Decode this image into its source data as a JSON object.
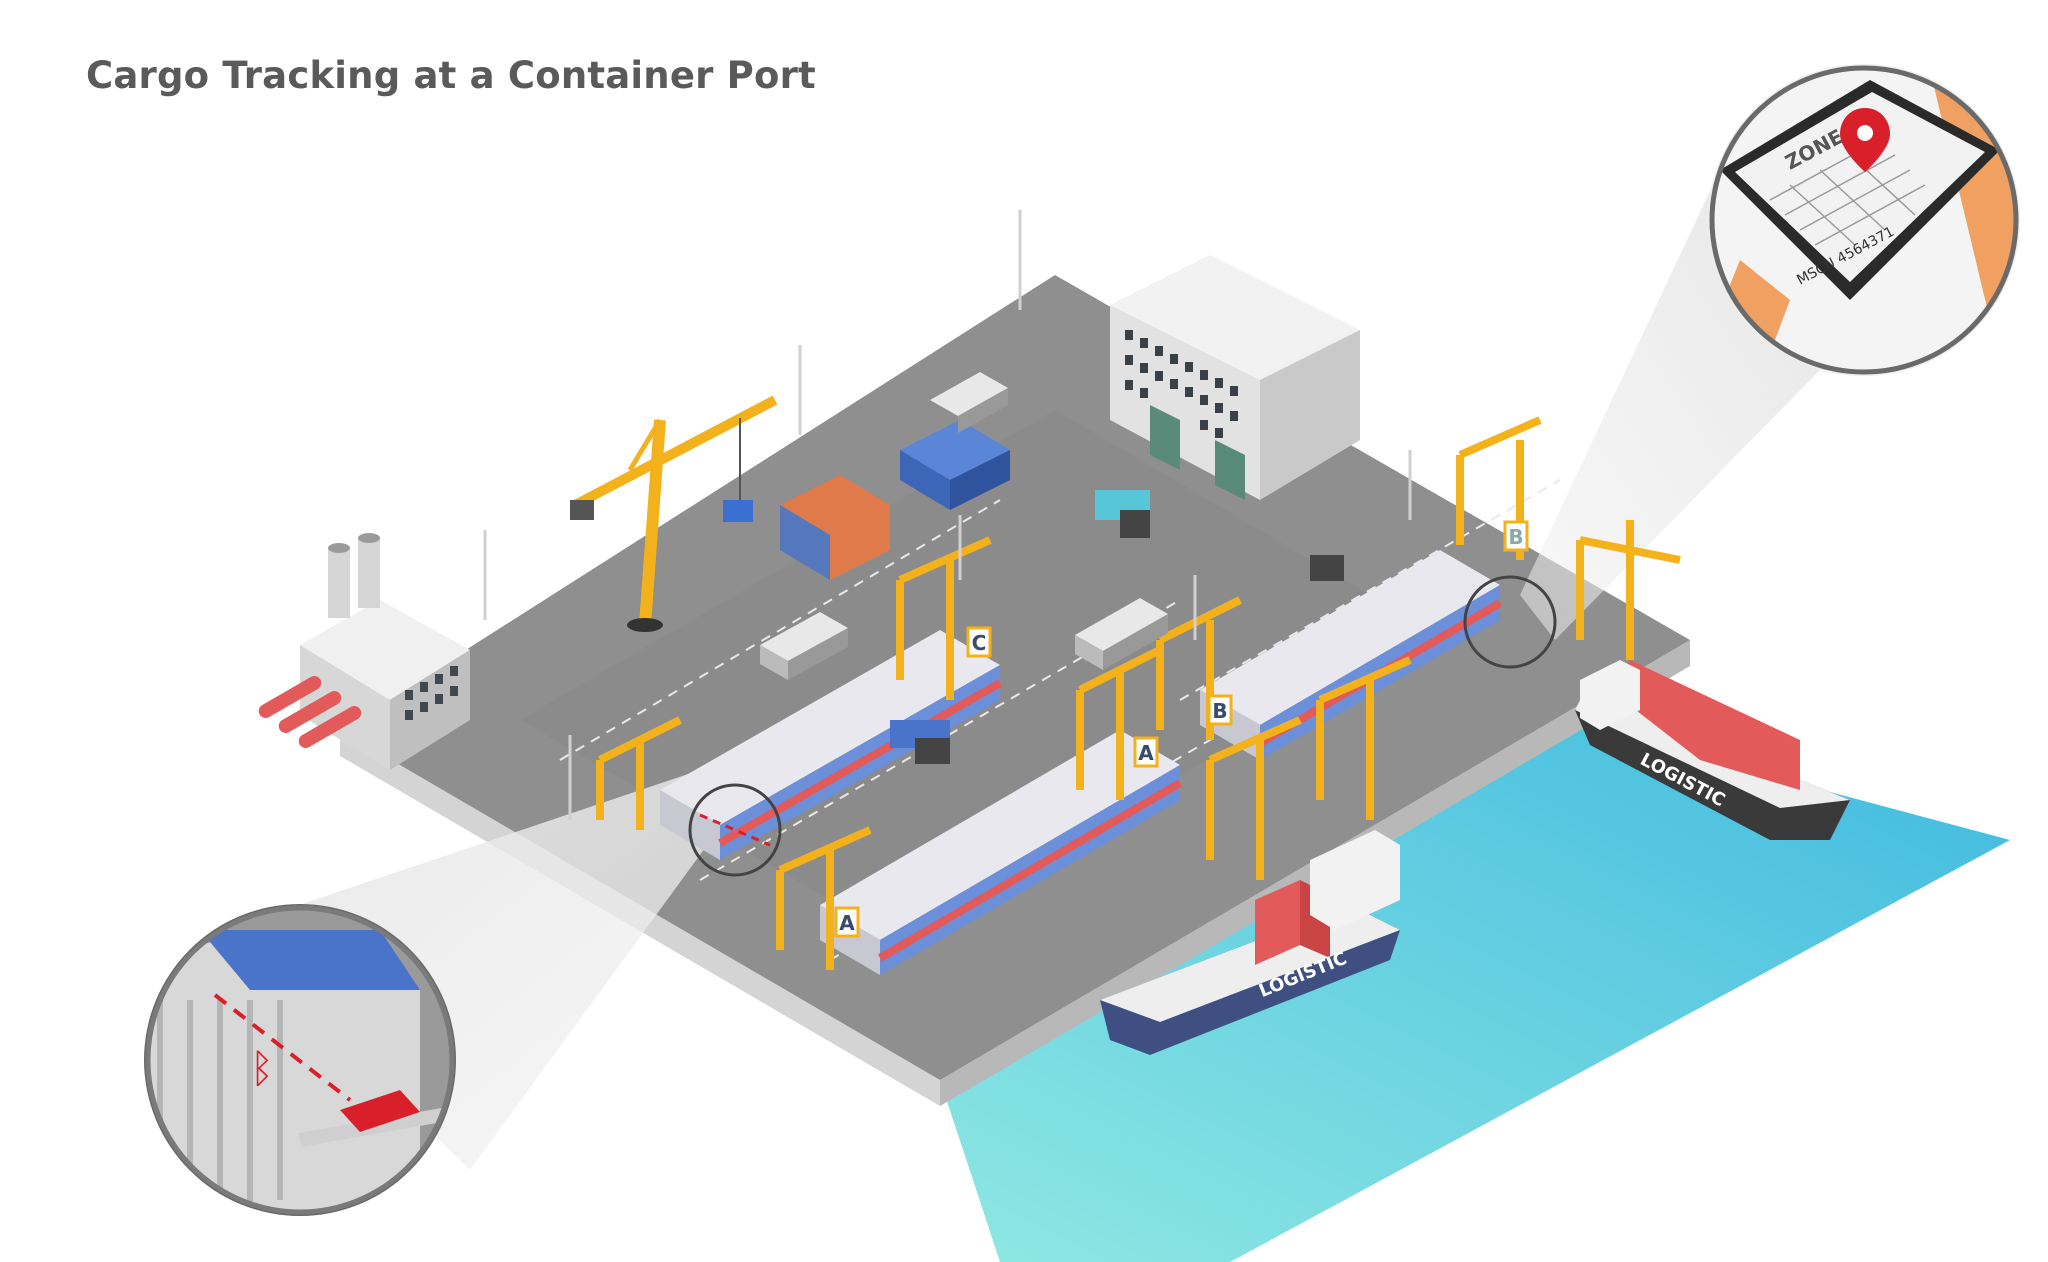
{
  "title": "Cargo Tracking at a Container Port",
  "zones": {
    "block_a_left": "A",
    "block_a_right": "A",
    "block_b": "B",
    "block_b_far": "B",
    "block_c": "C"
  },
  "ships": [
    {
      "label": "LOGISTIC"
    },
    {
      "label": "LOGISTIC"
    }
  ],
  "tablet_callout": {
    "zone_label": "ZONE B",
    "container_id": "MSCU 4564371"
  },
  "sensor_callout": {
    "icon": "bluetooth-icon"
  },
  "colors": {
    "ground": "#8f8f8f",
    "crane": "#f3b21c",
    "water": "#5fd0e6",
    "container_blue": "#4a74c9",
    "container_red": "#e35a5a",
    "container_white": "#e8e8ee",
    "marker_red": "#d9202a"
  }
}
